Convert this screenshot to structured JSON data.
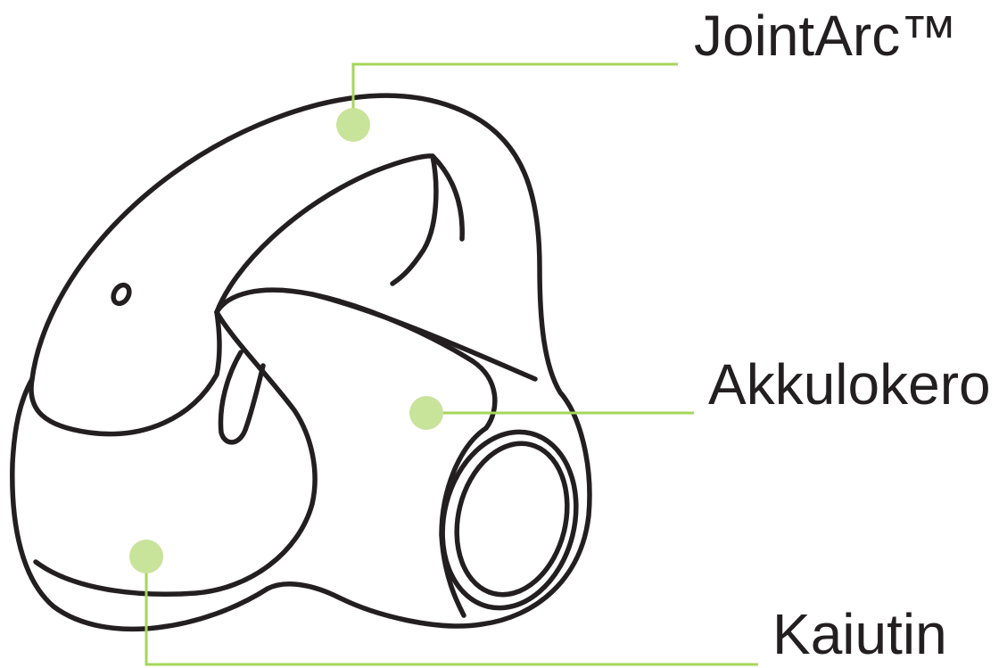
{
  "colors": {
    "accent": "#a6d65a",
    "dot": "#c8e39a",
    "outline": "#231f20",
    "text": "#231f20"
  },
  "callouts": [
    {
      "id": "jointarc",
      "label": "JointArc™",
      "part": "arc"
    },
    {
      "id": "battery",
      "label": "Akkulokero",
      "part": "battery-housing"
    },
    {
      "id": "speaker",
      "label": "Kaiutin",
      "part": "speaker"
    }
  ]
}
